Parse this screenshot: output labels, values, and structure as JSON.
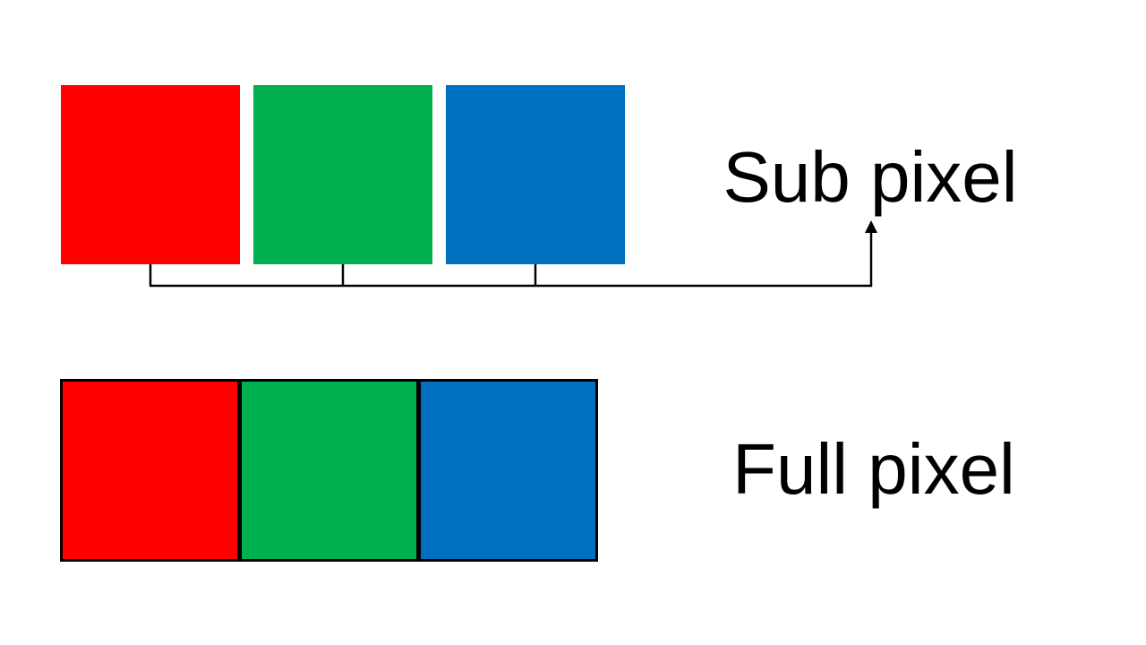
{
  "labels": {
    "sub_pixel": "Sub pixel",
    "full_pixel": "Full pixel"
  },
  "colors": {
    "red": "#FF0000",
    "green": "#00B050",
    "blue": "#0070C0",
    "line": "#000000",
    "background": "#FFFFFF"
  },
  "diagram": {
    "sub_pixel_segments": [
      "red",
      "green",
      "blue"
    ],
    "full_pixel_segments": [
      "red",
      "green",
      "blue"
    ]
  }
}
